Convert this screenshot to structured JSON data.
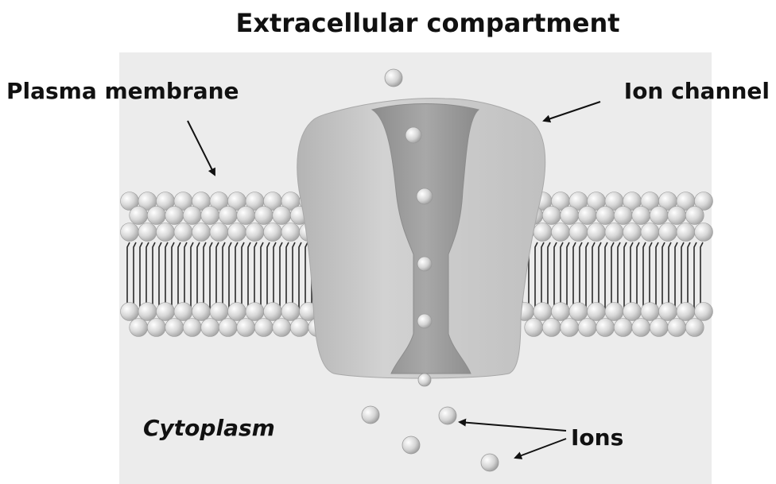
{
  "labels": {
    "title": "Extracellular compartment",
    "plasma_membrane": "Plasma membrane",
    "ion_channel": "Ion channel",
    "cytoplasm": "Cytoplasm",
    "ions": "Ions"
  },
  "colors": {
    "panel_bg": "#ececec",
    "head_fill": "#dadada",
    "head_stroke": "#9a9a9a",
    "protein_fill": "#c8c8c8",
    "pore_fill": "#9a9a9a",
    "text": "#111111"
  }
}
